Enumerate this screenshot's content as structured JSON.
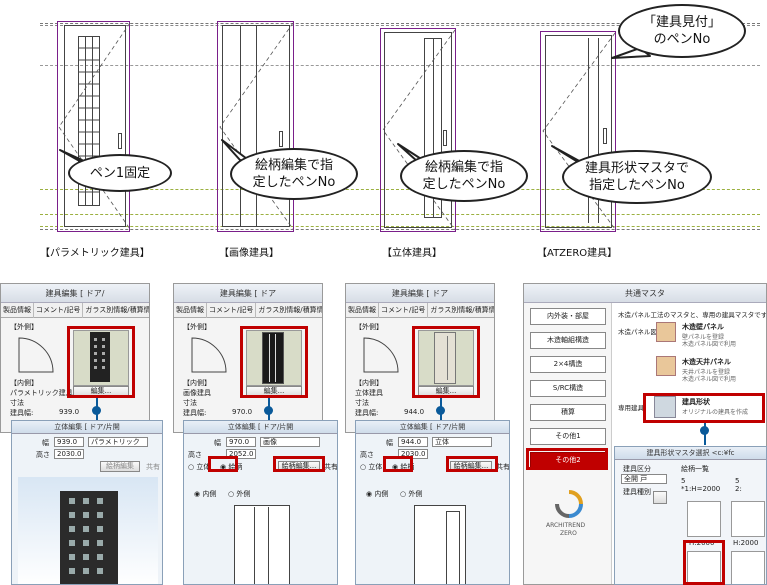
{
  "captions": {
    "parametric": "【パラメトリック建具】",
    "image": "【画像建具】",
    "solid": "【立体建具】",
    "atzero": "【ATZERO建具】"
  },
  "bubbles": {
    "pen_fixed": "ペン1固定",
    "image_pen_l1": "絵柄編集で指",
    "image_pen_l2": "定したペンNo",
    "solid_pen_l1": "絵柄編集で指",
    "solid_pen_l2": "定したペンNo",
    "shape_pen_l1": "建具形状マスタで",
    "shape_pen_l2": "指定したペンNo",
    "mitsuke_l1": "「建具見付」",
    "mitsuke_l2": "のペンNo"
  },
  "dialog1": {
    "title": "建具編集 [ ドア/",
    "tabs": [
      "製品情報",
      "コメント/記号",
      "ガラス別情報/積算情報"
    ],
    "outer": "【外側】",
    "inner": "【内側】",
    "type": "パラメトリック建具",
    "dim_label": "寸法",
    "width_label": "建具幅:",
    "width_value": "939.0",
    "edit_button": "編集...",
    "sub_title": "立体編集 [ ドア/片開",
    "sub_width_label": "幅",
    "sub_width_value": "939.0",
    "sub_type": "パラメトリック",
    "sub_height_label": "高さ",
    "sub_height_value": "2030.0",
    "sub_pattern_button": "絵柄編集",
    "sub_common": "共有"
  },
  "dialog2": {
    "title": "建具編集 [ ドア",
    "tabs": [
      "製品情報",
      "コメント/記号",
      "ガラス別情報/積算情"
    ],
    "outer": "【外側】",
    "inner": "【内側】",
    "type": "画像建具",
    "dim_label": "寸法",
    "width_label": "建具幅:",
    "width_value": "970.0",
    "edit_button": "編集...",
    "sub_title": "立体編集 [ ドア/片開",
    "sub_width_label": "幅",
    "sub_width_value": "970.0",
    "sub_type": "画像",
    "sub_height_label": "高さ",
    "sub_height_value": "2052.0",
    "radio_solid": "立体",
    "radio_pattern": "絵柄",
    "sub_pattern_button": "絵柄編集...",
    "sub_common": "共有",
    "radio_inner": "内側",
    "radio_outer": "外側"
  },
  "dialog3": {
    "title": "建具編集 [ ドア",
    "tabs": [
      "製品情報",
      "コメント/記号",
      "ガラス別情報/積算情"
    ],
    "outer": "【外側】",
    "inner": "【内側】",
    "type": "立体建具",
    "dim_label": "寸法",
    "width_label": "建具幅:",
    "width_value": "944.0",
    "edit_button": "編集...",
    "sub_title": "立体編集 [ ドア/片開",
    "sub_width_label": "幅",
    "sub_width_value": "944.0",
    "sub_type": "立体",
    "sub_height_label": "高さ",
    "sub_height_value": "2030.0",
    "radio_solid": "立体",
    "radio_pattern": "絵柄",
    "sub_pattern_button": "絵柄編集...",
    "sub_common": "共有",
    "radio_inner": "内側",
    "radio_outer": "外側"
  },
  "master": {
    "title": "共通マスタ",
    "nav": [
      "内外装・部屋",
      "木造軸組構造",
      "2×4構造",
      "S/RC構造",
      "積算",
      "その他1",
      "その他2"
    ],
    "heading": "木造パネル工法のマスタと、専用の建具マスタです。",
    "group_label": "木造パネル図",
    "item1_title": "木造壁パネル",
    "item1_desc1": "壁パネルを登録",
    "item1_desc2": "木造パネル図で利用",
    "item2_title": "木造天井パネル",
    "item2_desc1": "天井パネルを登録",
    "item2_desc2": "木造パネル図で利用",
    "special_label": "専用建具",
    "item3_title": "建具形状",
    "item3_desc": "オリジナルの建具を作成",
    "logo_line1": "ARCHITREND",
    "logo_line2": "ZERO",
    "sub_title": "建具形状マスタ選択 <c:¥fc",
    "sub_class_label": "建具区分",
    "sub_class_value": "全開 戸",
    "sub_kind_label": "建具種別",
    "sub_list_label": "絵柄一覧",
    "sub_col5a": "5",
    "sub_col5b": "5",
    "sub_h1": "*1:H=2000",
    "sub_h2": "2:",
    "thumb1": "H:2000",
    "thumb2": "H:2000"
  }
}
